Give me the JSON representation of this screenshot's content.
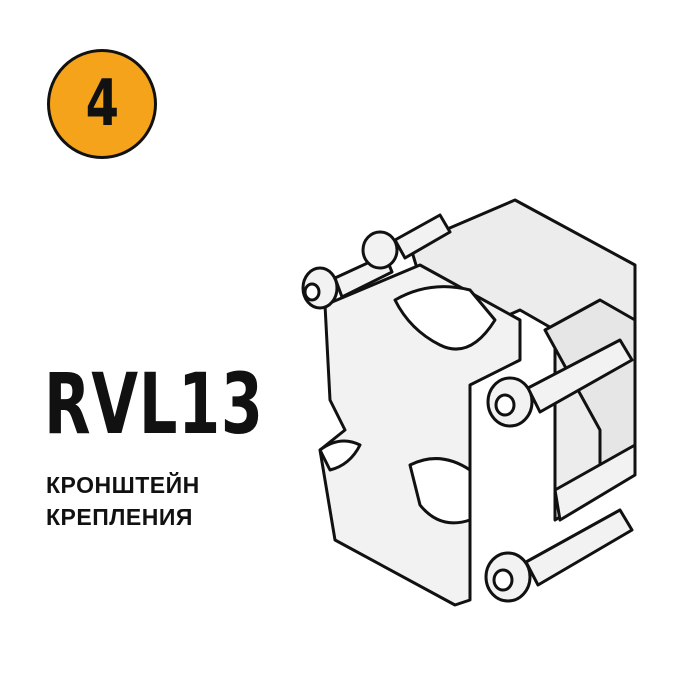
{
  "badge": {
    "number": "4",
    "color": "#F5A31A"
  },
  "product": {
    "model": "RVL13",
    "description_line1": "КРОНШТЕЙН",
    "description_line2": "КРЕПЛЕНИЯ"
  }
}
